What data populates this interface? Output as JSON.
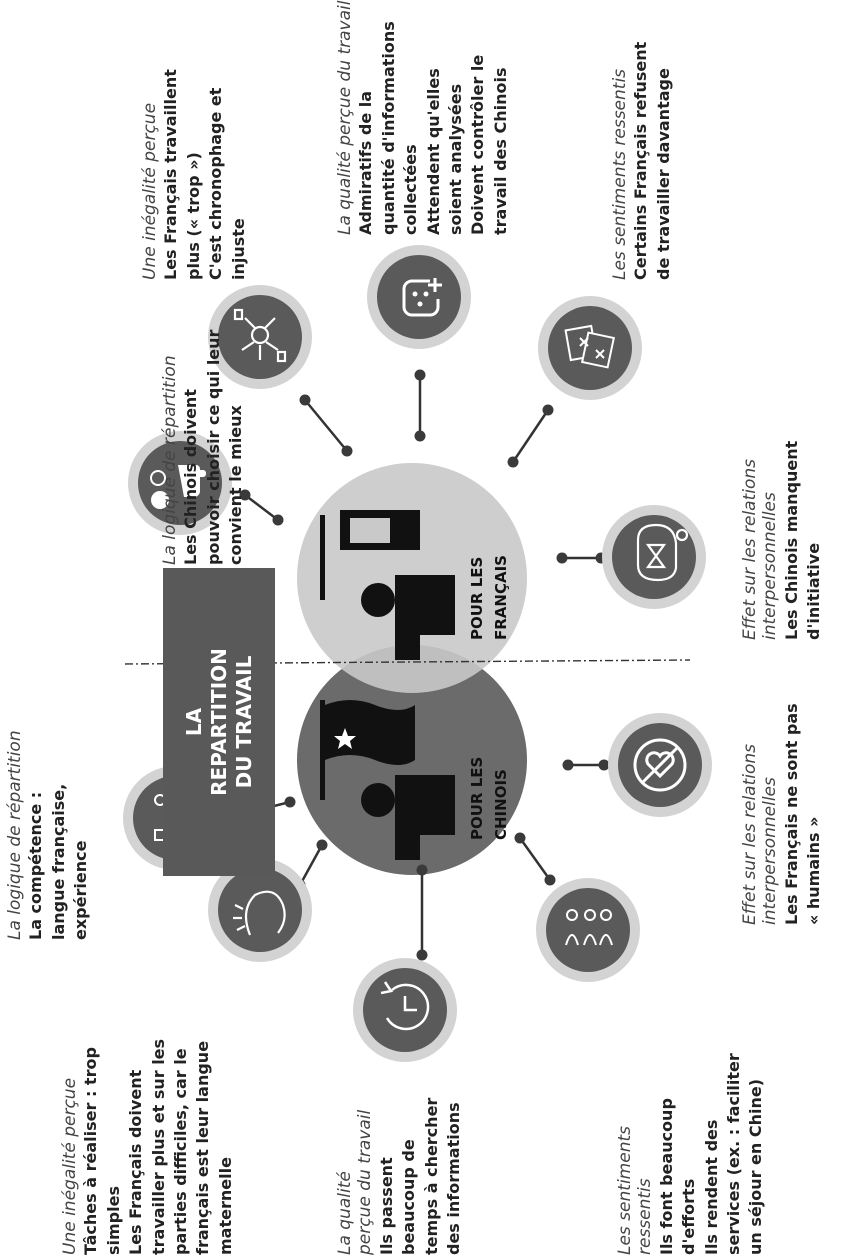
{
  "title": {
    "lines": [
      "LA",
      "REPARTITION",
      "DU TRAVAIL"
    ]
  },
  "left_circle_label": [
    "POUR LES",
    "CHINOIS"
  ],
  "right_circle_label": [
    "POUR LES",
    "FRANÇAIS"
  ],
  "chinois": {
    "logique": {
      "category": "La logique de répartition",
      "lines": [
        "La compétence :",
        "langue française,",
        "expérience"
      ],
      "icon": "checklist-person-icon"
    },
    "inegalite": {
      "category": "Une inégalité perçue",
      "lines": [
        "Tâches à réaliser : trop",
        "simples",
        "Les Français doivent",
        "travailler plus  et sur les",
        "parties difficiles, car le",
        "français est leur langue",
        "maternelle"
      ],
      "icon": "stress-head-icon"
    },
    "qualite": {
      "category": [
        "La qualité",
        "perçue du travail"
      ],
      "lines": [
        "Ils passent",
        "beaucoup de",
        "temps à chercher",
        "des informations"
      ],
      "icon": "clock-refresh-icon"
    },
    "sentiments": {
      "category": [
        "Les sentiments",
        "ressentis"
      ],
      "lines": [
        "Ils font beaucoup",
        "d'efforts",
        "Ils rendent des",
        "services (ex. : faciliter",
        "un séjour en Chine)"
      ],
      "icon": "people-group-icon"
    },
    "effet": {
      "category": [
        "Effet sur les relations",
        "interpersonnelles"
      ],
      "lines": [
        "Les Français ne sont pas",
        "« humains »"
      ],
      "icon": "no-heart-icon"
    }
  },
  "francais": {
    "logique": {
      "category": "La logique de répartition",
      "lines": [
        "Les Chinois doivent",
        "pouvoir choisir ce qui leur",
        "convient le mieux"
      ],
      "icon": "hand-choose-icon"
    },
    "inegalite": {
      "category": "Une inégalité perçue",
      "lines": [
        "Les Français travaillent",
        "plus (« trop »)",
        "C'est chronophage et",
        "injuste"
      ],
      "icon": "overworked-person-icon"
    },
    "qualite": {
      "category": "La qualité perçue du travail",
      "lines": [
        "Admiratifs de la",
        "quantité d'informations",
        "collectées",
        "Attendent qu'elles",
        "soient analysées",
        "Doivent contrôler le",
        "travail des Chinois"
      ],
      "icon": "face-plus-icon"
    },
    "sentiments": {
      "category": "Les sentiments ressentis",
      "lines": [
        "Certains Français refusent",
        "de travailler davantage"
      ],
      "icon": "papers-pile-icon"
    },
    "effet": {
      "category": [
        "Effet sur les relations",
        "interpersonnelles"
      ],
      "lines": [
        "Les Chinois manquent",
        "d'initiative"
      ],
      "icon": "hourglass-gear-head-icon"
    }
  }
}
